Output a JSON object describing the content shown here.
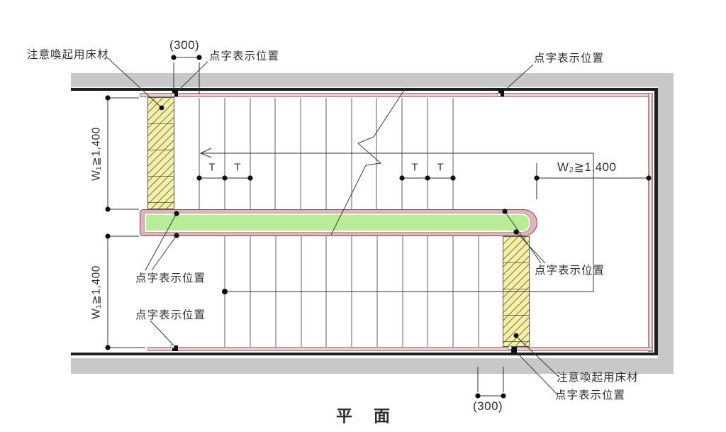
{
  "drawing": {
    "title": "平面"
  },
  "labels": {
    "warning_floor": "注意喚起用床材",
    "braille_position": "点字表示位置"
  },
  "dimensions": {
    "offset_300": "(300)",
    "w1": "W₁≧1,400",
    "w2": "W₂≧1,400",
    "tread": "T"
  },
  "colors": {
    "wall": "#c7c8ca",
    "wall_edge": "#1f1f1f",
    "rail": "#e7b2b7",
    "rail_light": "#f8f4f3",
    "rail_stroke": "#9b8d8d",
    "tactile": "#f6f0a6",
    "tactile_stroke": "#55554a",
    "green": "#b9ec97",
    "tread": "#5e6065",
    "ink": "#2e2e2e"
  }
}
